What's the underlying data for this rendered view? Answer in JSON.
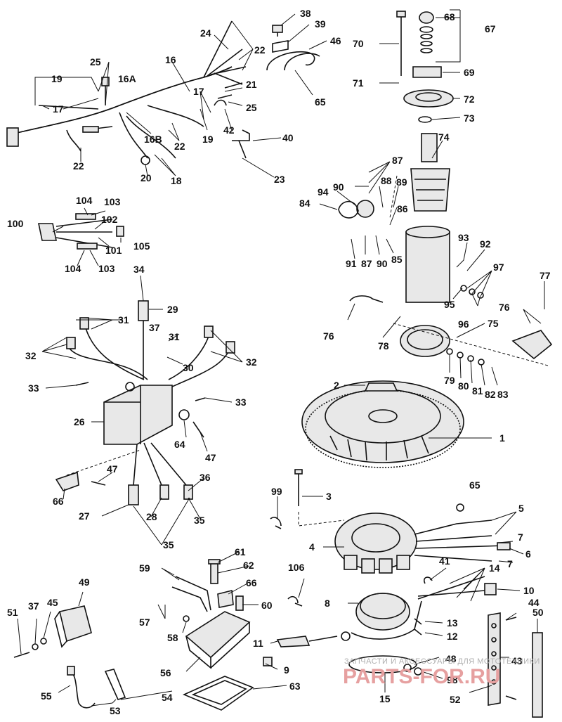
{
  "diagram": {
    "callouts": [
      "1",
      "2",
      "3",
      "4",
      "5",
      "6",
      "7",
      "8",
      "9",
      "10",
      "11",
      "12",
      "13",
      "14",
      "15",
      "16",
      "16A",
      "16B",
      "17",
      "18",
      "19",
      "20",
      "21",
      "22",
      "23",
      "24",
      "25",
      "26",
      "27",
      "28",
      "29",
      "30",
      "31",
      "32",
      "33",
      "34",
      "35",
      "36",
      "37",
      "38",
      "39",
      "40",
      "41",
      "42",
      "43",
      "44",
      "45",
      "46",
      "47",
      "48",
      "49",
      "50",
      "51",
      "52",
      "53",
      "54",
      "55",
      "56",
      "57",
      "58",
      "59",
      "60",
      "61",
      "62",
      "63",
      "64",
      "65",
      "66",
      "67",
      "68",
      "69",
      "70",
      "71",
      "72",
      "73",
      "74",
      "75",
      "76",
      "77",
      "78",
      "79",
      "80",
      "81",
      "82",
      "83",
      "84",
      "85",
      "86",
      "87",
      "88",
      "89",
      "90",
      "91",
      "92",
      "93",
      "94",
      "95",
      "96",
      "97",
      "98",
      "99",
      "100",
      "101",
      "102",
      "103",
      "104",
      "105",
      "106"
    ]
  },
  "watermark": {
    "caption": "ЗАПЧАСТИ И АКСЕССУАРЫ ДЛЯ МОТОТЕХНИКИ",
    "brand": "PARTS-FOR.RU"
  }
}
